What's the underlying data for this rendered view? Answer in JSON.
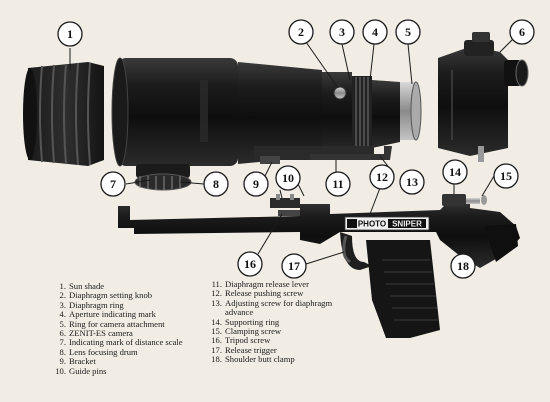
{
  "brand_plate": {
    "word1": "PHOTO",
    "word2": "SNIPER"
  },
  "callouts": [
    "1",
    "2",
    "3",
    "4",
    "5",
    "6",
    "7",
    "8",
    "9",
    "10",
    "11",
    "12",
    "13",
    "14",
    "15",
    "16",
    "17",
    "18"
  ],
  "legend": [
    {
      "num": "1.",
      "text": "Sun shade"
    },
    {
      "num": "2.",
      "text": "Diaphragm setting knob"
    },
    {
      "num": "3.",
      "text": "Diaphragm ring"
    },
    {
      "num": "4.",
      "text": "Aperture indicating mark"
    },
    {
      "num": "5.",
      "text": "Ring for camera attachment"
    },
    {
      "num": "6.",
      "text": "ZENIT-ES camera"
    },
    {
      "num": "7.",
      "text": "Indicating mark of distance scale"
    },
    {
      "num": "8.",
      "text": "Lens focusing drum"
    },
    {
      "num": "9.",
      "text": "Bracket"
    },
    {
      "num": "10.",
      "text": "Guide pins"
    },
    {
      "num": "11.",
      "text": "Diaphragm release lever"
    },
    {
      "num": "12.",
      "text": "Release pushing screw"
    },
    {
      "num": "13.",
      "text": "Adjusting screw for diaphragm",
      "cont": "advance"
    },
    {
      "num": "14.",
      "text": "Supporting ring"
    },
    {
      "num": "15.",
      "text": "Clamping screw"
    },
    {
      "num": "16.",
      "text": "Tripod screw"
    },
    {
      "num": "17.",
      "text": "Release trigger"
    },
    {
      "num": "18.",
      "text": "Shoulder butt clamp"
    }
  ]
}
